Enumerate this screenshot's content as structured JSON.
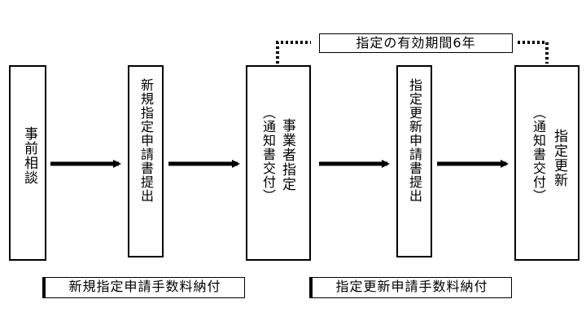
{
  "steps": [
    {
      "col1": "事前相談"
    },
    {
      "col1": "新規指定申請書提出"
    },
    {
      "col1": "事業者指定",
      "col2": "（通知書交付）"
    },
    {
      "col1": "指定更新申請書提出"
    },
    {
      "col1": "指定更新",
      "col2": "（通知書交付）"
    }
  ],
  "validity_label": "指定の有効期間6年",
  "fees": {
    "new": "新規指定申請手数料納付",
    "renewal": "指定更新申請手数料納付"
  }
}
